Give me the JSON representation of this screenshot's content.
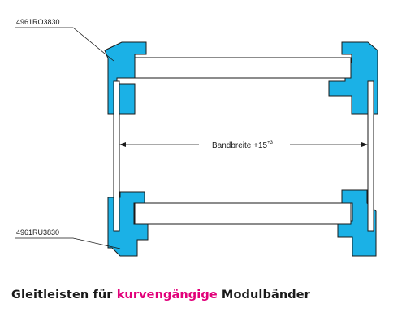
{
  "labels": {
    "top_part": "4961RO3830",
    "bottom_part": "4961RU3830",
    "dimension_text": "Bandbreite +15",
    "dimension_sup": "+3"
  },
  "caption": {
    "before": "Gleitleisten für ",
    "highlight": "kurvengängige",
    "after": " Modulbänder"
  },
  "colors": {
    "profile_fill": "#1bb1e6",
    "outline": "#1a1a1a",
    "accent": "#e2007a"
  }
}
